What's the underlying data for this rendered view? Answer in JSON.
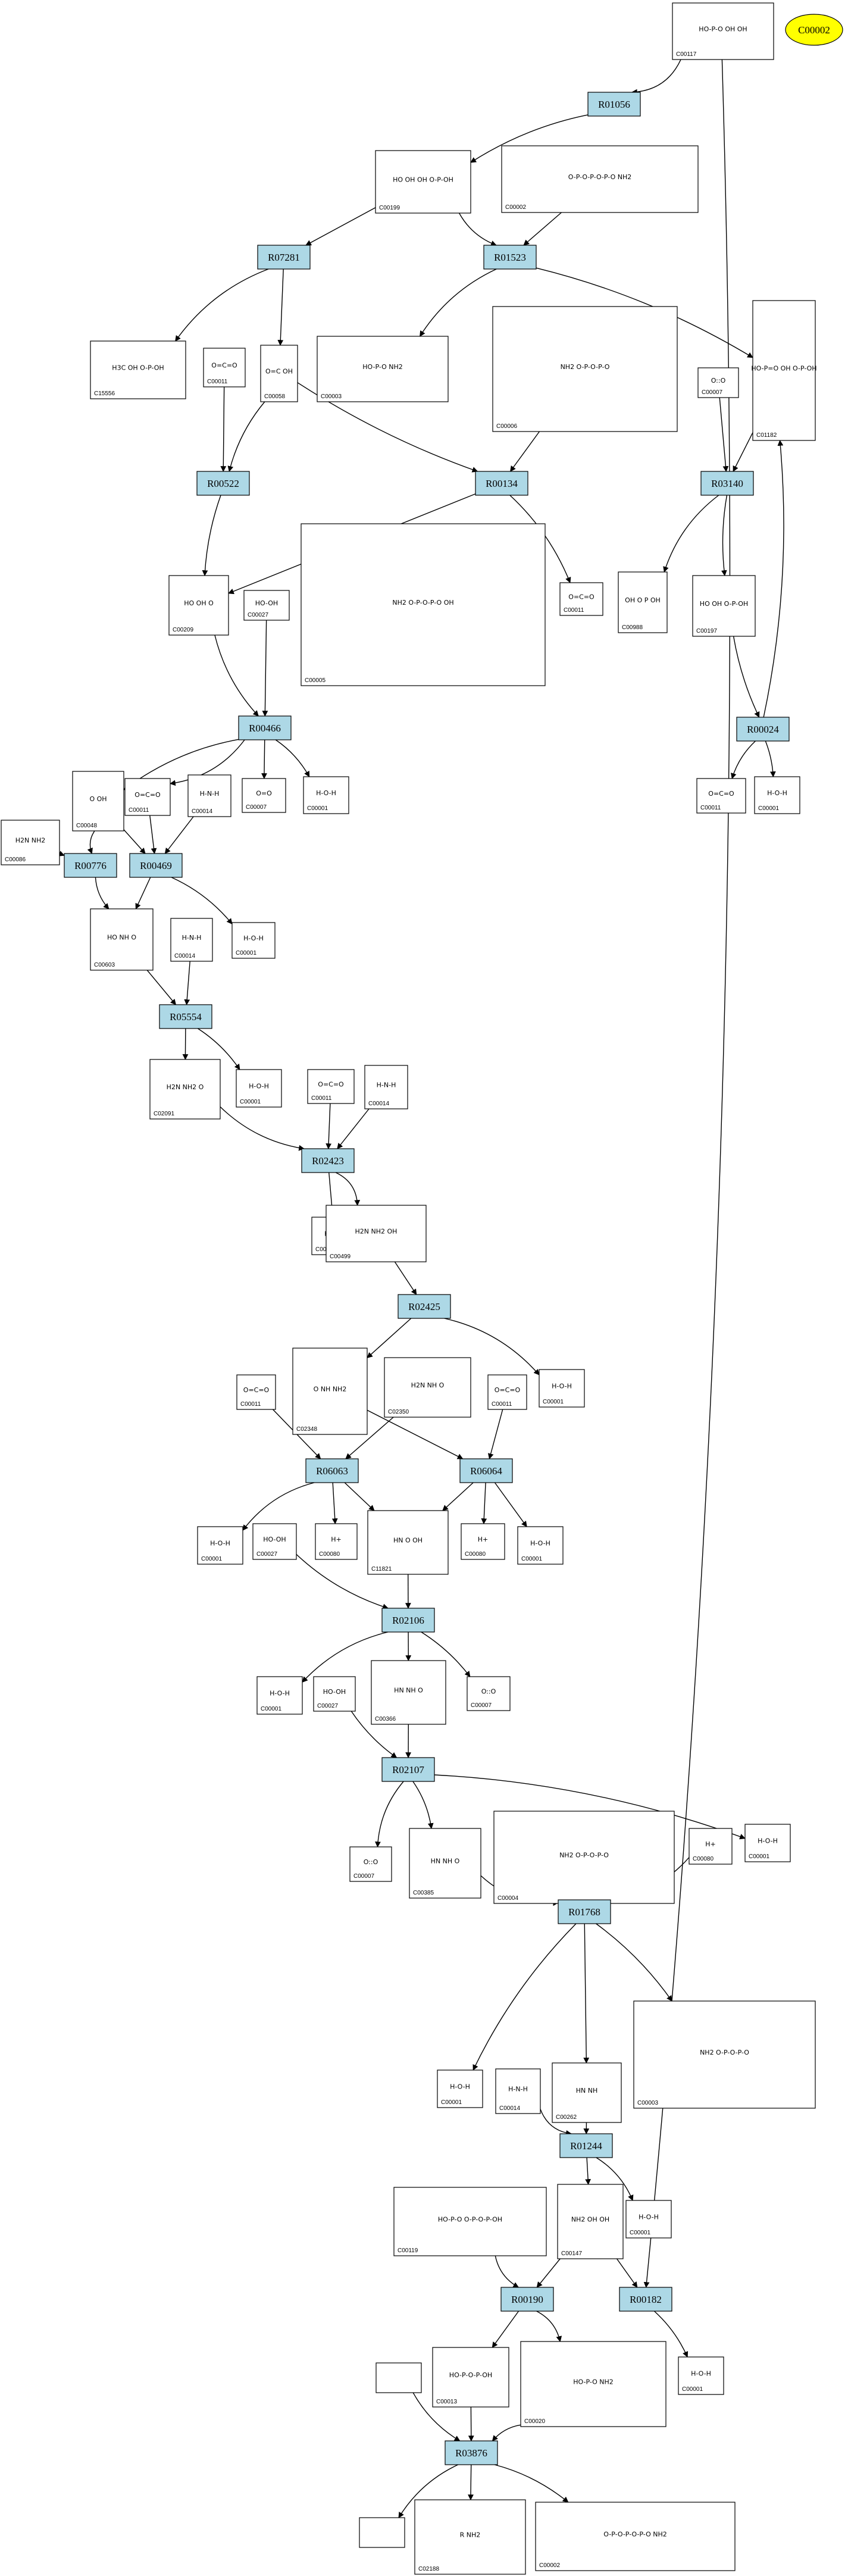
{
  "highlight": {
    "id": "C00002",
    "color": "#ffff00"
  },
  "reaction_color": "#add8e6",
  "reactions": [
    {
      "id": "R01056"
    },
    {
      "id": "R07281"
    },
    {
      "id": "R01523"
    },
    {
      "id": "R00522"
    },
    {
      "id": "R00134"
    },
    {
      "id": "R03140"
    },
    {
      "id": "R00466"
    },
    {
      "id": "R00024"
    },
    {
      "id": "R00776"
    },
    {
      "id": "R00469"
    },
    {
      "id": "R05554"
    },
    {
      "id": "R02423"
    },
    {
      "id": "R02425"
    },
    {
      "id": "R06063"
    },
    {
      "id": "R06064"
    },
    {
      "id": "R02106"
    },
    {
      "id": "R02107"
    },
    {
      "id": "R01768"
    },
    {
      "id": "R01244"
    },
    {
      "id": "R00190"
    },
    {
      "id": "R00182"
    },
    {
      "id": "R03876"
    }
  ],
  "compounds": [
    {
      "id": "C00117",
      "formula": "HO-P-O  OH  OH"
    },
    {
      "id": "C00199",
      "formula": "HO  OH  OH  O-P-OH"
    },
    {
      "id": "C00002",
      "formula": "O-P-O-P-O-P-O  NH2"
    },
    {
      "id": "C15556",
      "formula": "H3C  OH  O-P-OH"
    },
    {
      "id": "C00011",
      "formula": "O=C=O"
    },
    {
      "id": "C00058",
      "formula": "O=C  OH"
    },
    {
      "id": "C00003",
      "formula": "HO-P-O  NH2"
    },
    {
      "id": "C00006",
      "formula": "NH2  O-P-O-P-O"
    },
    {
      "id": "C00007",
      "formula": "O::O"
    },
    {
      "id": "C01182",
      "formula": "HO-P=O  OH  O-P-OH"
    },
    {
      "id": "C00209",
      "formula": "HO  OH  O"
    },
    {
      "id": "C00027",
      "formula": "HO-OH"
    },
    {
      "id": "C00005",
      "formula": "NH2  O-P-O-P-O  OH"
    },
    {
      "id": "C00011",
      "formula": "O=C=O"
    },
    {
      "id": "C00988",
      "formula": "OH  O  P  OH"
    },
    {
      "id": "C00197",
      "formula": "HO  OH  O-P-OH"
    },
    {
      "id": "C00086",
      "formula": "H2N  NH2"
    },
    {
      "id": "C00048",
      "formula": "O  OH"
    },
    {
      "id": "C00011",
      "formula": "O=C=O"
    },
    {
      "id": "C00014",
      "formula": "H-N-H"
    },
    {
      "id": "C00007",
      "formula": "O=O"
    },
    {
      "id": "C00001",
      "formula": "H-O-H"
    },
    {
      "id": "C00011",
      "formula": "O=C=O"
    },
    {
      "id": "C00001",
      "formula": "H-O-H"
    },
    {
      "id": "C00603",
      "formula": "HO  NH  O"
    },
    {
      "id": "C00014",
      "formula": "H-N-H"
    },
    {
      "id": "C00001",
      "formula": "H-O-H"
    },
    {
      "id": "C02091",
      "formula": "H2N  NH2  O"
    },
    {
      "id": "C00001",
      "formula": "H-O-H"
    },
    {
      "id": "C00011",
      "formula": "O=C=O"
    },
    {
      "id": "C00014",
      "formula": "H-N-H"
    },
    {
      "id": "C00001",
      "formula": "H-O-H"
    },
    {
      "id": "C00499",
      "formula": "H2N  NH2  OH"
    },
    {
      "id": "C00001",
      "formula": "H-O-H"
    },
    {
      "id": "C00011",
      "formula": "O=C=O"
    },
    {
      "id": "C02348",
      "formula": "O  NH  NH2"
    },
    {
      "id": "C02350",
      "formula": "H2N  NH  O"
    },
    {
      "id": "C00011",
      "formula": "O=C=O"
    },
    {
      "id": "C00001",
      "formula": "H-O-H"
    },
    {
      "id": "C00027",
      "formula": "HO-OH"
    },
    {
      "id": "C00080",
      "formula": "H+"
    },
    {
      "id": "C11821",
      "formula": "HN  O  OH"
    },
    {
      "id": "C00080",
      "formula": "H+"
    },
    {
      "id": "C00001",
      "formula": "H-O-H"
    },
    {
      "id": "C00001",
      "formula": "H-O-H"
    },
    {
      "id": "C00027",
      "formula": "HO-OH"
    },
    {
      "id": "C00366",
      "formula": "HN  NH  O"
    },
    {
      "id": "C00007",
      "formula": "O::O"
    },
    {
      "id": "C00007",
      "formula": "O::O"
    },
    {
      "id": "C00385",
      "formula": "HN  NH  O"
    },
    {
      "id": "C00004",
      "formula": "NH2  O-P-O-P-O"
    },
    {
      "id": "C00080",
      "formula": "H+"
    },
    {
      "id": "C00001",
      "formula": "H-O-H"
    },
    {
      "id": "C00001",
      "formula": "H-O-H"
    },
    {
      "id": "C00014",
      "formula": "H-N-H"
    },
    {
      "id": "C00262",
      "formula": "HN  NH"
    },
    {
      "id": "C00003",
      "formula": "NH2  O-P-O-P-O"
    },
    {
      "id": "C00119",
      "formula": "HO-P-O  O-P-O-P-OH"
    },
    {
      "id": "C00147",
      "formula": "NH2  OH  OH"
    },
    {
      "id": "C00001",
      "formula": "H-O-H"
    },
    {
      "id": "C00013",
      "formula": "HO-P-O-P-OH"
    },
    {
      "id": "C00020",
      "formula": "HO-P-O  NH2"
    },
    {
      "id": "C00001",
      "formula": "H-O-H"
    },
    {
      "id": "",
      "formula": ""
    },
    {
      "id": "",
      "formula": ""
    },
    {
      "id": "C02188",
      "formula": "R  NH2"
    },
    {
      "id": "C00002",
      "formula": "O-P-O-P-O-P-O  NH2"
    }
  ]
}
